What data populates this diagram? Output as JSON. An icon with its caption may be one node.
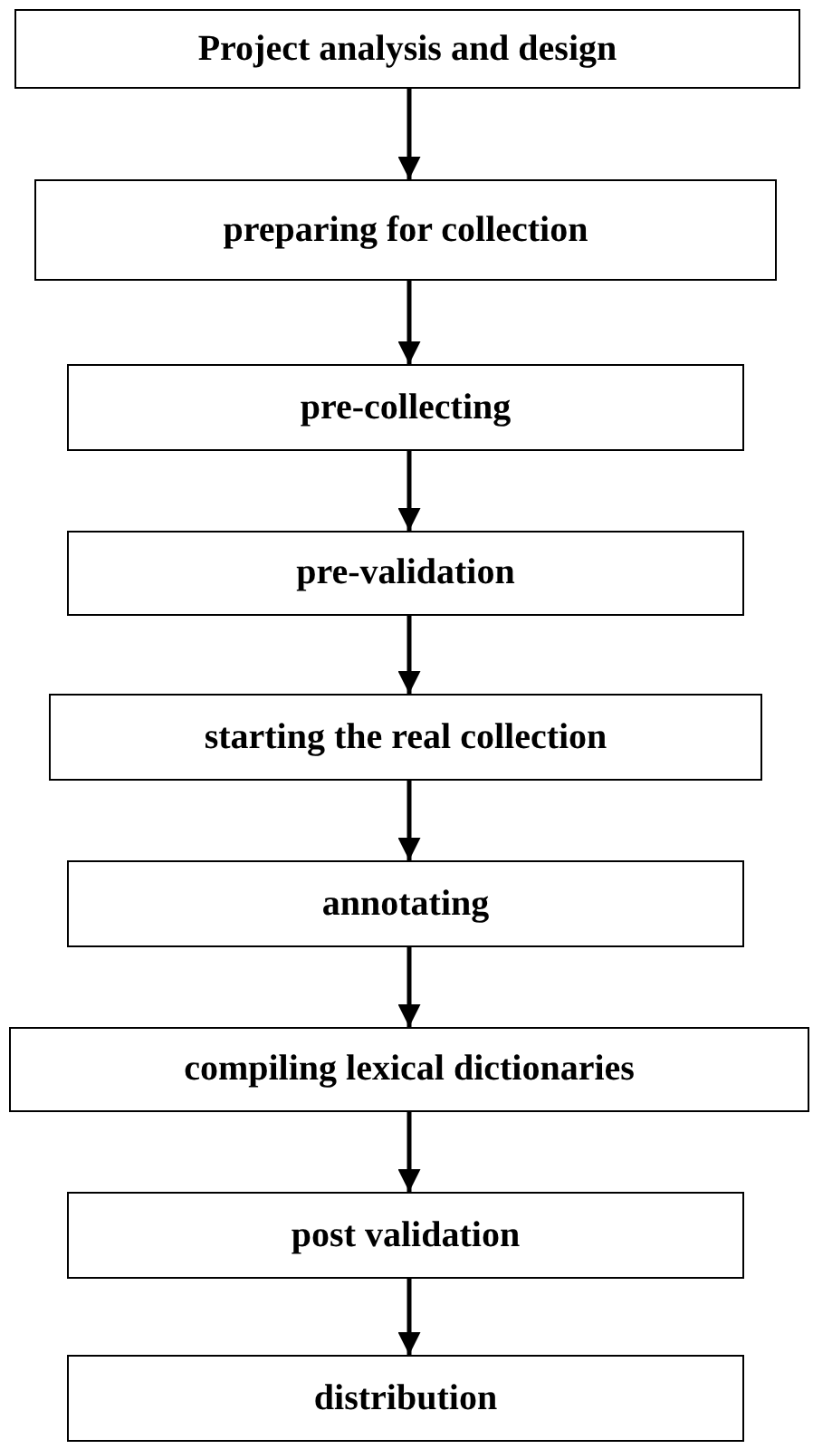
{
  "diagram": {
    "nodes": [
      {
        "text": [
          "Project analysis and design"
        ]
      },
      {
        "text": [
          "preparing for collection"
        ]
      },
      {
        "text": [
          "pre-collecting"
        ]
      },
      {
        "text": [
          "pre-validation"
        ]
      },
      {
        "text": [
          "starting the real collection"
        ]
      },
      {
        "text": [
          "annotating"
        ]
      },
      {
        "text": [
          "compiling lexical dictionaries"
        ]
      },
      {
        "text": [
          "post validation"
        ]
      },
      {
        "text": [
          "distribution"
        ]
      }
    ],
    "edges": [
      {
        "from": 0,
        "to": 1,
        "arrow": "to"
      },
      {
        "from": 1,
        "to": 2,
        "arrow": "to"
      },
      {
        "from": 2,
        "to": 3,
        "arrow": "to"
      },
      {
        "from": 3,
        "to": 4,
        "arrow": "to"
      },
      {
        "from": 4,
        "to": 5,
        "arrow": "to"
      },
      {
        "from": 5,
        "to": 6,
        "arrow": "to"
      },
      {
        "from": 6,
        "to": 7,
        "arrow": "to"
      },
      {
        "from": 7,
        "to": 8,
        "arrow": "to"
      }
    ]
  }
}
